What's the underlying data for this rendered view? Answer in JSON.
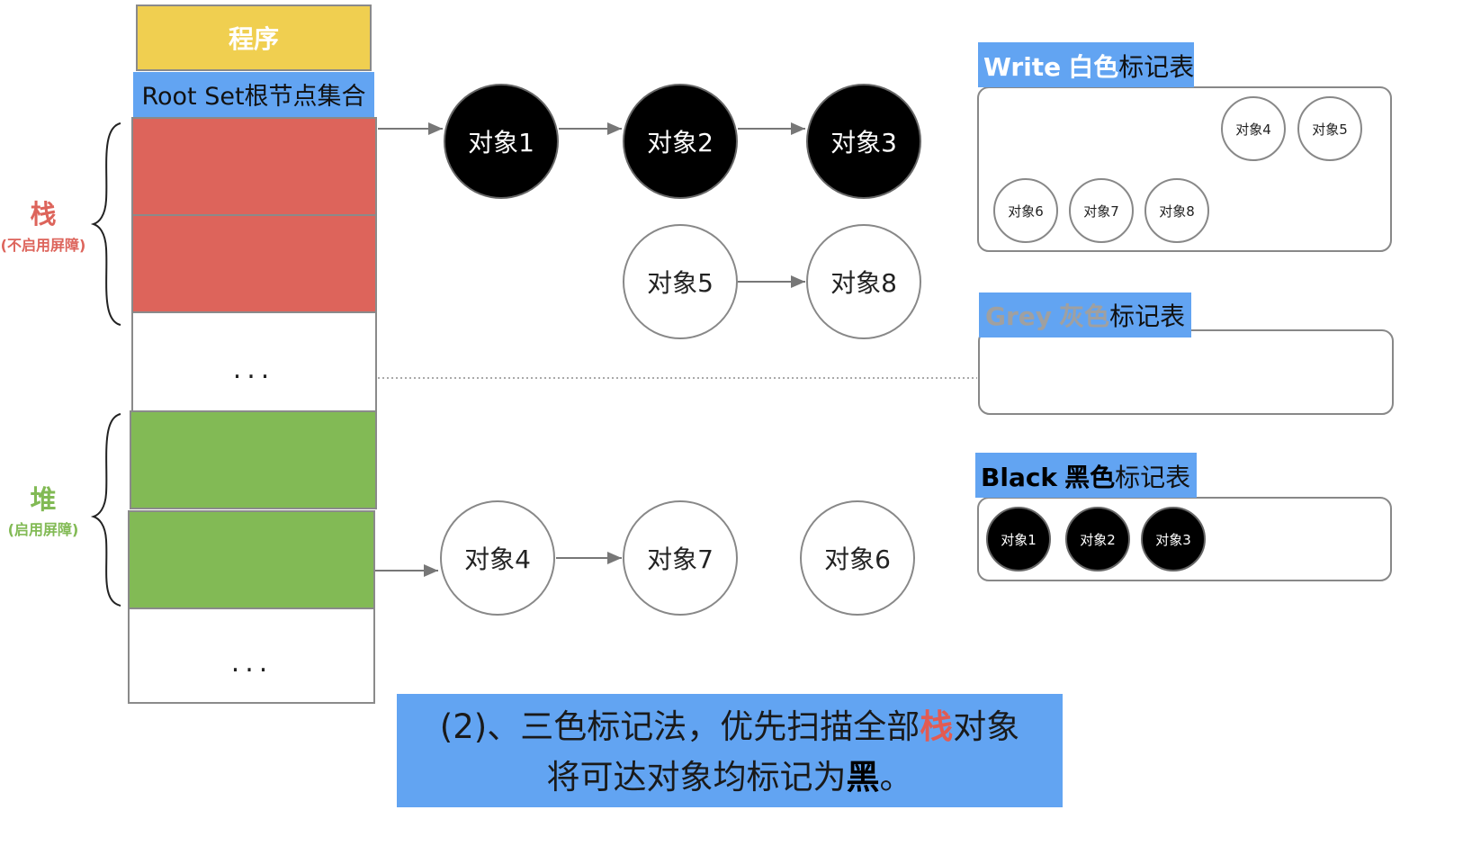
{
  "program_label": "程序",
  "root_set_label": "Root Set根节点集合",
  "stack": {
    "label": "栈",
    "sub": "(不启用屏障)"
  },
  "heap": {
    "label": "堆",
    "sub": "(启用屏障)"
  },
  "ellipsis": "...",
  "nodes": {
    "obj1": "对象1",
    "obj2": "对象2",
    "obj3": "对象3",
    "obj5": "对象5",
    "obj8": "对象8",
    "obj4": "对象4",
    "obj7": "对象7",
    "obj6": "对象6"
  },
  "tables": {
    "white": {
      "title_en": "Write",
      "title_color": "白色",
      "title_suffix": "标记表",
      "items": [
        "对象4",
        "对象5",
        "对象6",
        "对象7",
        "对象8"
      ]
    },
    "grey": {
      "title_en": "Grey",
      "title_color": "灰色",
      "title_suffix": "标记表",
      "items": []
    },
    "black": {
      "title_en": "Black",
      "title_color": "黑色",
      "title_suffix": "标记表",
      "items": [
        "对象1",
        "对象2",
        "对象3"
      ]
    }
  },
  "caption": {
    "line1_pre": "(2)、三色标记法，优先扫描全部",
    "line1_em": "栈",
    "line1_post": "对象",
    "line2_pre": "将可达对象均标记为",
    "line2_em": "黑",
    "line2_post": "。"
  },
  "colors": {
    "program": "#f0cf50",
    "root_set": "#62a4f2",
    "stack": "#dd645b",
    "heap": "#82ba55",
    "black_node": "#000000",
    "stack_label": "#dd645b",
    "heap_label": "#82ba55",
    "grey_text": "#a0a0a0"
  }
}
